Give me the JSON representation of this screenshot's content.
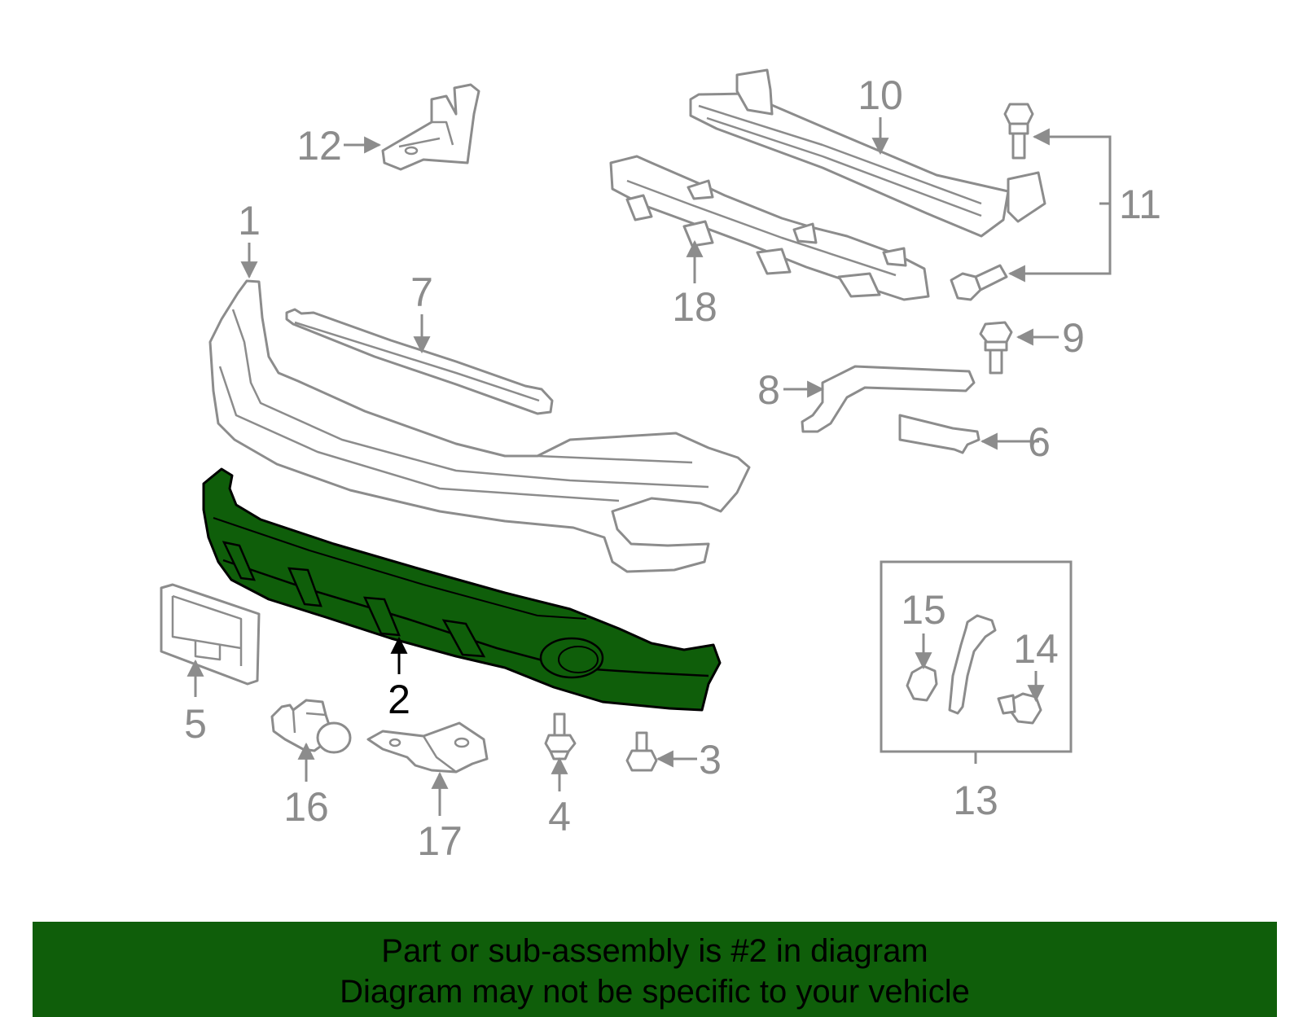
{
  "callouts": {
    "c1": "1",
    "c2": "2",
    "c3": "3",
    "c4": "4",
    "c5": "5",
    "c6": "6",
    "c7": "7",
    "c8": "8",
    "c9": "9",
    "c10": "10",
    "c11": "11",
    "c12": "12",
    "c13": "13",
    "c14": "14",
    "c15": "15",
    "c16": "16",
    "c17": "17",
    "c18": "18"
  },
  "highlighted_part": "2",
  "colors": {
    "highlight_fill": "#0f5e0a",
    "banner_background": "#0f5e0a",
    "part_outline": "#8c8c8c"
  },
  "banner": {
    "line1": "Part or sub-assembly is #2 in diagram",
    "line2": "Diagram may not be specific to your vehicle"
  }
}
